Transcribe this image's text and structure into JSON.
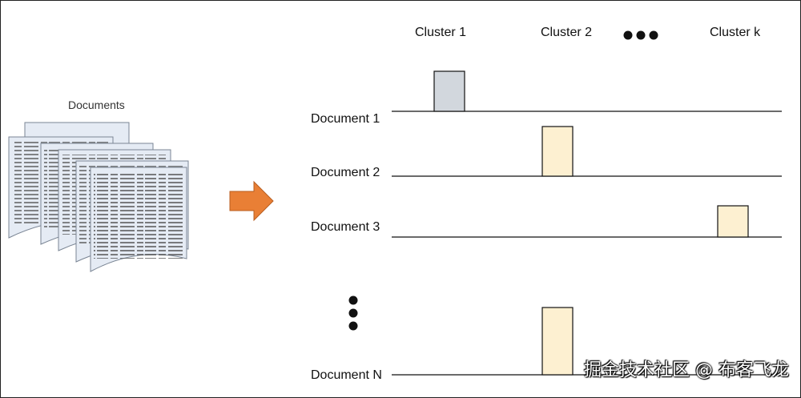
{
  "documents_heading": "Documents",
  "clusters": [
    "Cluster 1",
    "Cluster 2",
    "Cluster k"
  ],
  "documents": [
    {
      "label": "Document 1",
      "cluster": 1
    },
    {
      "label": "Document 2",
      "cluster": 2
    },
    {
      "label": "Document 3",
      "cluster": "k"
    },
    {
      "label": "Document N",
      "cluster": 2
    }
  ],
  "watermark": "掘金技术社区 @ 布客飞龙",
  "colors": {
    "arrow": "#e97f35",
    "bar_cluster1": "#d2d7dd",
    "bar_other": "#fdf0d1",
    "page": "#e5ebf4",
    "line": "#111111"
  }
}
